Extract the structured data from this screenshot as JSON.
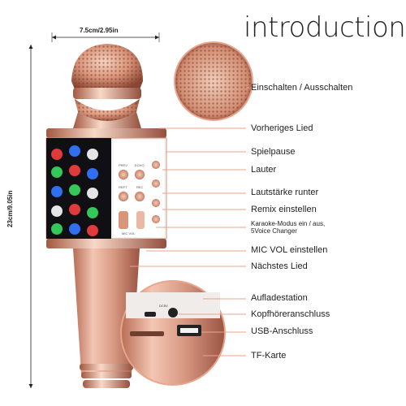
{
  "title": "introduction",
  "dimensions": {
    "width_label": "7.5cm/2.95in",
    "height_label": "23cm/9.05in"
  },
  "labels": {
    "power": "Einschalten / Ausschalten",
    "prev": "Vorheriges Lied",
    "pause": "Spielpause",
    "louder": "Lauter",
    "quieter": "Lautstärke runter",
    "remix": "Remix einstellen",
    "karaoke_1": "Karaoke-Modus ein / aus,",
    "karaoke_2": "5Voice Changer",
    "mic_vol": "MIC VOL einstellen",
    "next": "Nächstes Lied",
    "charging": "Aufladestation",
    "headphone": "Kopfhöreranschluss",
    "usb": "USB-Anschluss",
    "tf": "TF-Karte"
  },
  "button_texts": {
    "prev": "PREV",
    "repeat": "REPT",
    "echo": "ECHO",
    "rec": "REC",
    "mic_vol": "MIC VOL",
    "dc": "DC5V"
  },
  "colors": {
    "rose_gold": "#d9957a",
    "rose_gold_dark": "#a85c44",
    "rose_gold_light": "#f4cdbb",
    "line": "#e8a58c"
  }
}
